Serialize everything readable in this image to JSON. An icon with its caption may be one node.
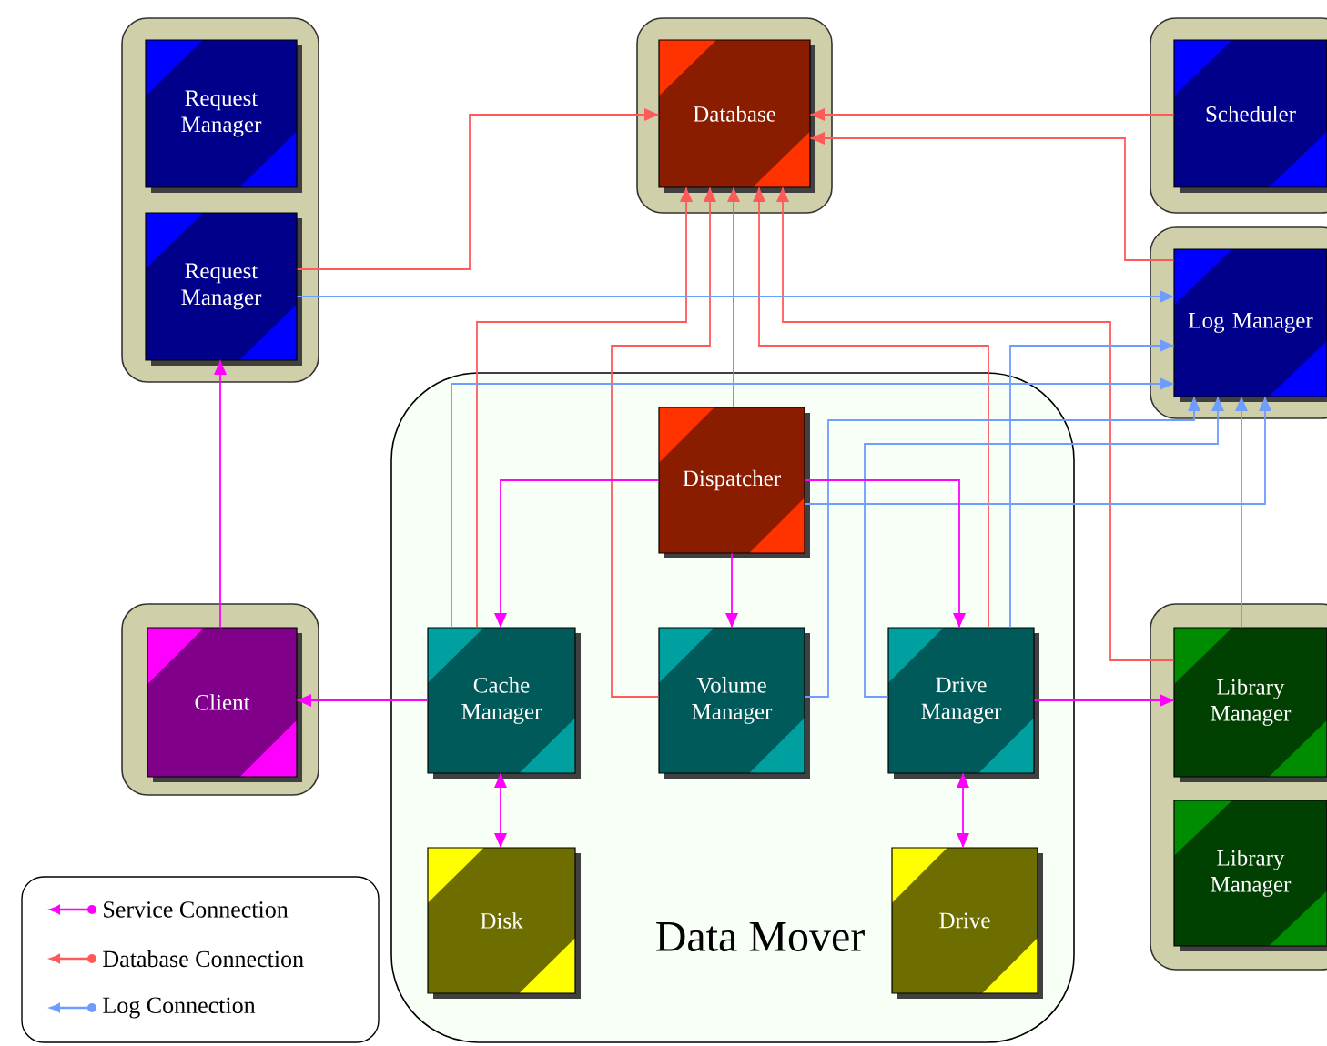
{
  "diagram": {
    "nodes": [
      {
        "text": [],
        "shape": "box"
      },
      {
        "text": [
          "Request Manager"
        ],
        "in": 0
      },
      {
        "text": [
          "Request Manager"
        ],
        "in": 0
      },
      {
        "text": [],
        "shape": "box"
      },
      {
        "text": [
          "Database"
        ],
        "in": 3
      },
      {
        "text": [],
        "shape": "box"
      },
      {
        "text": [
          "Scheduler"
        ],
        "in": 5
      },
      {
        "text": [],
        "shape": "box"
      },
      {
        "text": [
          "Log Manager"
        ],
        "in": 7
      },
      {
        "text": [
          "Data Mover"
        ]
      },
      {
        "text": [
          "Dispatcher"
        ],
        "in": 9
      },
      {
        "text": [],
        "shape": "box"
      },
      {
        "text": [
          "Client"
        ],
        "in": 11
      },
      {
        "text": [
          "Cache Manager"
        ],
        "in": 9
      },
      {
        "text": [
          "Volume Manager"
        ],
        "in": 9
      },
      {
        "text": [
          "Drive Manager"
        ],
        "in": 9
      },
      {
        "text": [],
        "shape": "box"
      },
      {
        "text": [
          "Library Manager"
        ],
        "in": 16
      },
      {
        "text": [
          "Library Manager"
        ],
        "in": 16
      },
      {
        "text": [
          "Disk"
        ],
        "in": 9
      },
      {
        "text": [
          "Drive"
        ],
        "in": 9
      }
    ],
    "edges": [
      {
        "from": 2,
        "to": 4,
        "arrow": "to",
        "color": "#ff5a5a"
      },
      {
        "from": 6,
        "to": 4,
        "arrow": "to",
        "color": "#ff5a5a"
      },
      {
        "from": 8,
        "to": 4,
        "arrow": "to",
        "color": "#ff5a5a"
      },
      {
        "from": 13,
        "to": 4,
        "arrow": "to",
        "color": "#ff5a5a"
      },
      {
        "from": 14,
        "to": 4,
        "arrow": "to",
        "color": "#ff5a5a"
      },
      {
        "from": 10,
        "to": 4,
        "arrow": "to",
        "color": "#ff5a5a"
      },
      {
        "from": 15,
        "to": 4,
        "arrow": "to",
        "color": "#ff5a5a"
      },
      {
        "from": 17,
        "to": 4,
        "arrow": "to",
        "color": "#ff5a5a"
      },
      {
        "from": 2,
        "to": 8,
        "arrow": "to",
        "color": "#6f9cff"
      },
      {
        "from": 15,
        "to": 8,
        "arrow": "to",
        "color": "#6f9cff"
      },
      {
        "from": 13,
        "to": 8,
        "arrow": "to",
        "color": "#6f9cff"
      },
      {
        "from": 14,
        "to": 8,
        "arrow": "to",
        "color": "#6f9cff"
      },
      {
        "from": 15,
        "to": 8,
        "arrow": "to",
        "color": "#6f9cff"
      },
      {
        "from": 10,
        "to": 8,
        "arrow": "to",
        "color": "#6f9cff"
      },
      {
        "from": 17,
        "to": 8,
        "arrow": "to",
        "color": "#6f9cff"
      },
      {
        "from": 12,
        "to": 2,
        "arrow": "to",
        "color": "#ff00ff"
      },
      {
        "from": 10,
        "to": 13,
        "arrow": "to",
        "color": "#ff00ff"
      },
      {
        "from": 10,
        "to": 14,
        "arrow": "to",
        "color": "#ff00ff"
      },
      {
        "from": 10,
        "to": 15,
        "arrow": "to",
        "color": "#ff00ff"
      },
      {
        "from": 13,
        "to": 12,
        "arrow": "to",
        "color": "#ff00ff"
      },
      {
        "from": 15,
        "to": 17,
        "arrow": "to",
        "color": "#ff00ff"
      },
      {
        "from": 13,
        "to": 19,
        "arrow": "both",
        "color": "#ff00ff"
      },
      {
        "from": 15,
        "to": 20,
        "arrow": "both",
        "color": "#ff00ff"
      }
    ],
    "legend": [
      {
        "text": "Service Connection",
        "color": "#ff00ff"
      },
      {
        "text": "Database Connection",
        "color": "#ff5a5a"
      },
      {
        "text": "Log Connection",
        "color": "#6f9cff"
      }
    ]
  }
}
